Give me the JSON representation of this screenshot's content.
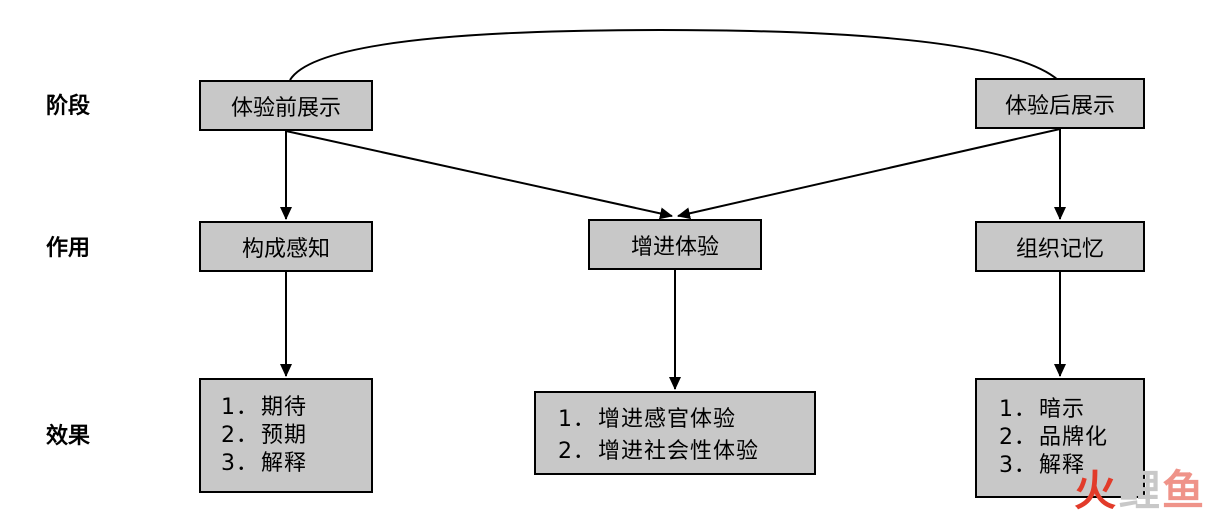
{
  "rows": {
    "stage": "阶段",
    "function": "作用",
    "effect": "效果"
  },
  "stage_boxes": {
    "before": "体验前展示",
    "after": "体验后展示"
  },
  "function_boxes": {
    "perception": "构成感知",
    "enhance": "增进体验",
    "memory": "组织记忆"
  },
  "effect_boxes": {
    "left": [
      {
        "num": "1．",
        "text": "期待"
      },
      {
        "num": "2．",
        "text": "预期"
      },
      {
        "num": "3．",
        "text": "解释"
      }
    ],
    "center": [
      {
        "num": "1．",
        "text": "增进感官体验"
      },
      {
        "num": "2．",
        "text": "增进社会性体验"
      }
    ],
    "right": [
      {
        "num": "1．",
        "text": "暗示"
      },
      {
        "num": "2．",
        "text": "品牌化"
      },
      {
        "num": "3．",
        "text": "解释"
      }
    ]
  },
  "watermark": {
    "part1": "火",
    "part2": "鲤",
    "part3": "鱼"
  }
}
